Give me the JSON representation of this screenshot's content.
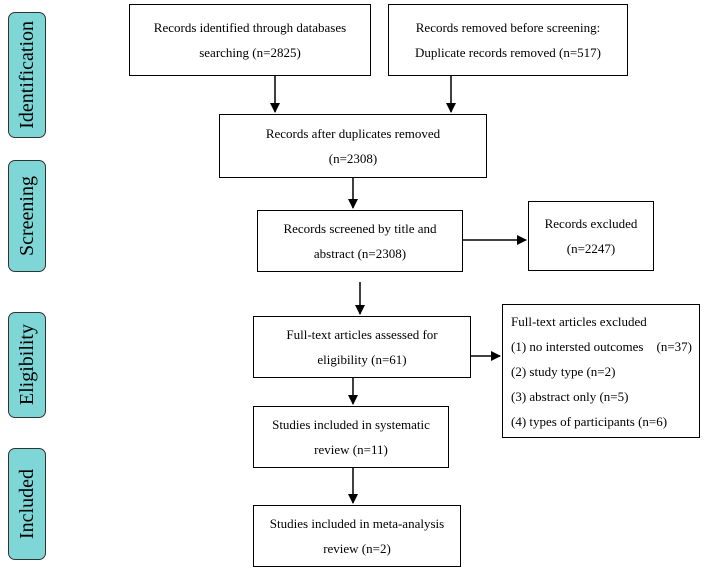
{
  "phases": [
    "Identification",
    "Screening",
    "Eligibility",
    "Included"
  ],
  "boxes": {
    "identified": [
      "Records identified through databases",
      "searching (n=2825)"
    ],
    "removed_before": [
      "Records removed before screening:",
      "Duplicate records removed (n=517)"
    ],
    "after_duplicates": [
      "Records after duplicates removed",
      "(n=2308)"
    ],
    "screened": [
      "Records screened by title and",
      "abstract (n=2308)"
    ],
    "excluded": [
      "Records excluded",
      "(n=2247)"
    ],
    "fulltext": [
      "Full-text articles assessed for",
      "eligibility (n=61)"
    ],
    "fulltext_excluded": [
      "Full-text articles excluded",
      "(1) no intersted outcomes    (n=37)",
      "(2) study type (n=2)",
      "(3) abstract only (n=5)",
      "(4) types of participants (n=6)"
    ],
    "systematic": [
      "Studies included in systematic",
      "review (n=11)"
    ],
    "meta": [
      "Studies included in meta-analysis",
      "review (n=2)"
    ]
  }
}
